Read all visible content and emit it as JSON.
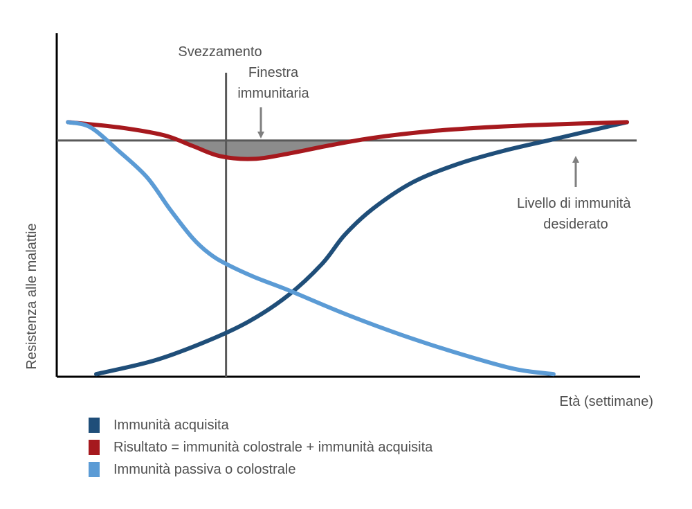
{
  "chart_data": {
    "type": "line",
    "title": "",
    "xlabel": "Età (settimane)",
    "ylabel": "Resistenza alle malattie",
    "xlim": [
      0,
      100
    ],
    "ylim": [
      0,
      100
    ],
    "grid": false,
    "legend_position": "bottom-left",
    "series": [
      {
        "name": "Immunità acquisita",
        "color": "#1f4e79",
        "x": [
          6,
          16,
          25,
          33,
          40,
          46,
          50,
          55,
          62,
          70,
          78,
          86,
          92,
          100
        ],
        "y": [
          1,
          6,
          13,
          21,
          31,
          43,
          54,
          64,
          74,
          81,
          86,
          90,
          93,
          97
        ]
      },
      {
        "name": "Risultato = immunità colostrale + immunità acquisita",
        "color": "#a6191e",
        "x": [
          1,
          10,
          18,
          23,
          28,
          34,
          40,
          47,
          55,
          65,
          75,
          85,
          100
        ],
        "y": [
          97,
          95,
          92,
          88,
          84,
          83,
          85,
          88,
          91,
          93.5,
          95,
          96,
          97
        ]
      },
      {
        "name": "Immunità passiva o colostrale",
        "color": "#5b9bd5",
        "x": [
          1,
          5,
          10,
          15,
          19,
          23,
          26,
          29,
          34,
          40,
          50,
          60,
          70,
          80,
          87
        ],
        "y": [
          97,
          95,
          86,
          76,
          64,
          53,
          47,
          43,
          38,
          33,
          24,
          16,
          9,
          3,
          1
        ]
      }
    ],
    "reference_line": {
      "y": 90,
      "label": "Livello di immunità desiderato"
    },
    "vertical_marker": {
      "x": 29,
      "label": "Svezzamento"
    },
    "annotations": [
      {
        "text": [
          "Finestra",
          "immunitaria"
        ],
        "x": 36,
        "y": 102
      }
    ]
  }
}
